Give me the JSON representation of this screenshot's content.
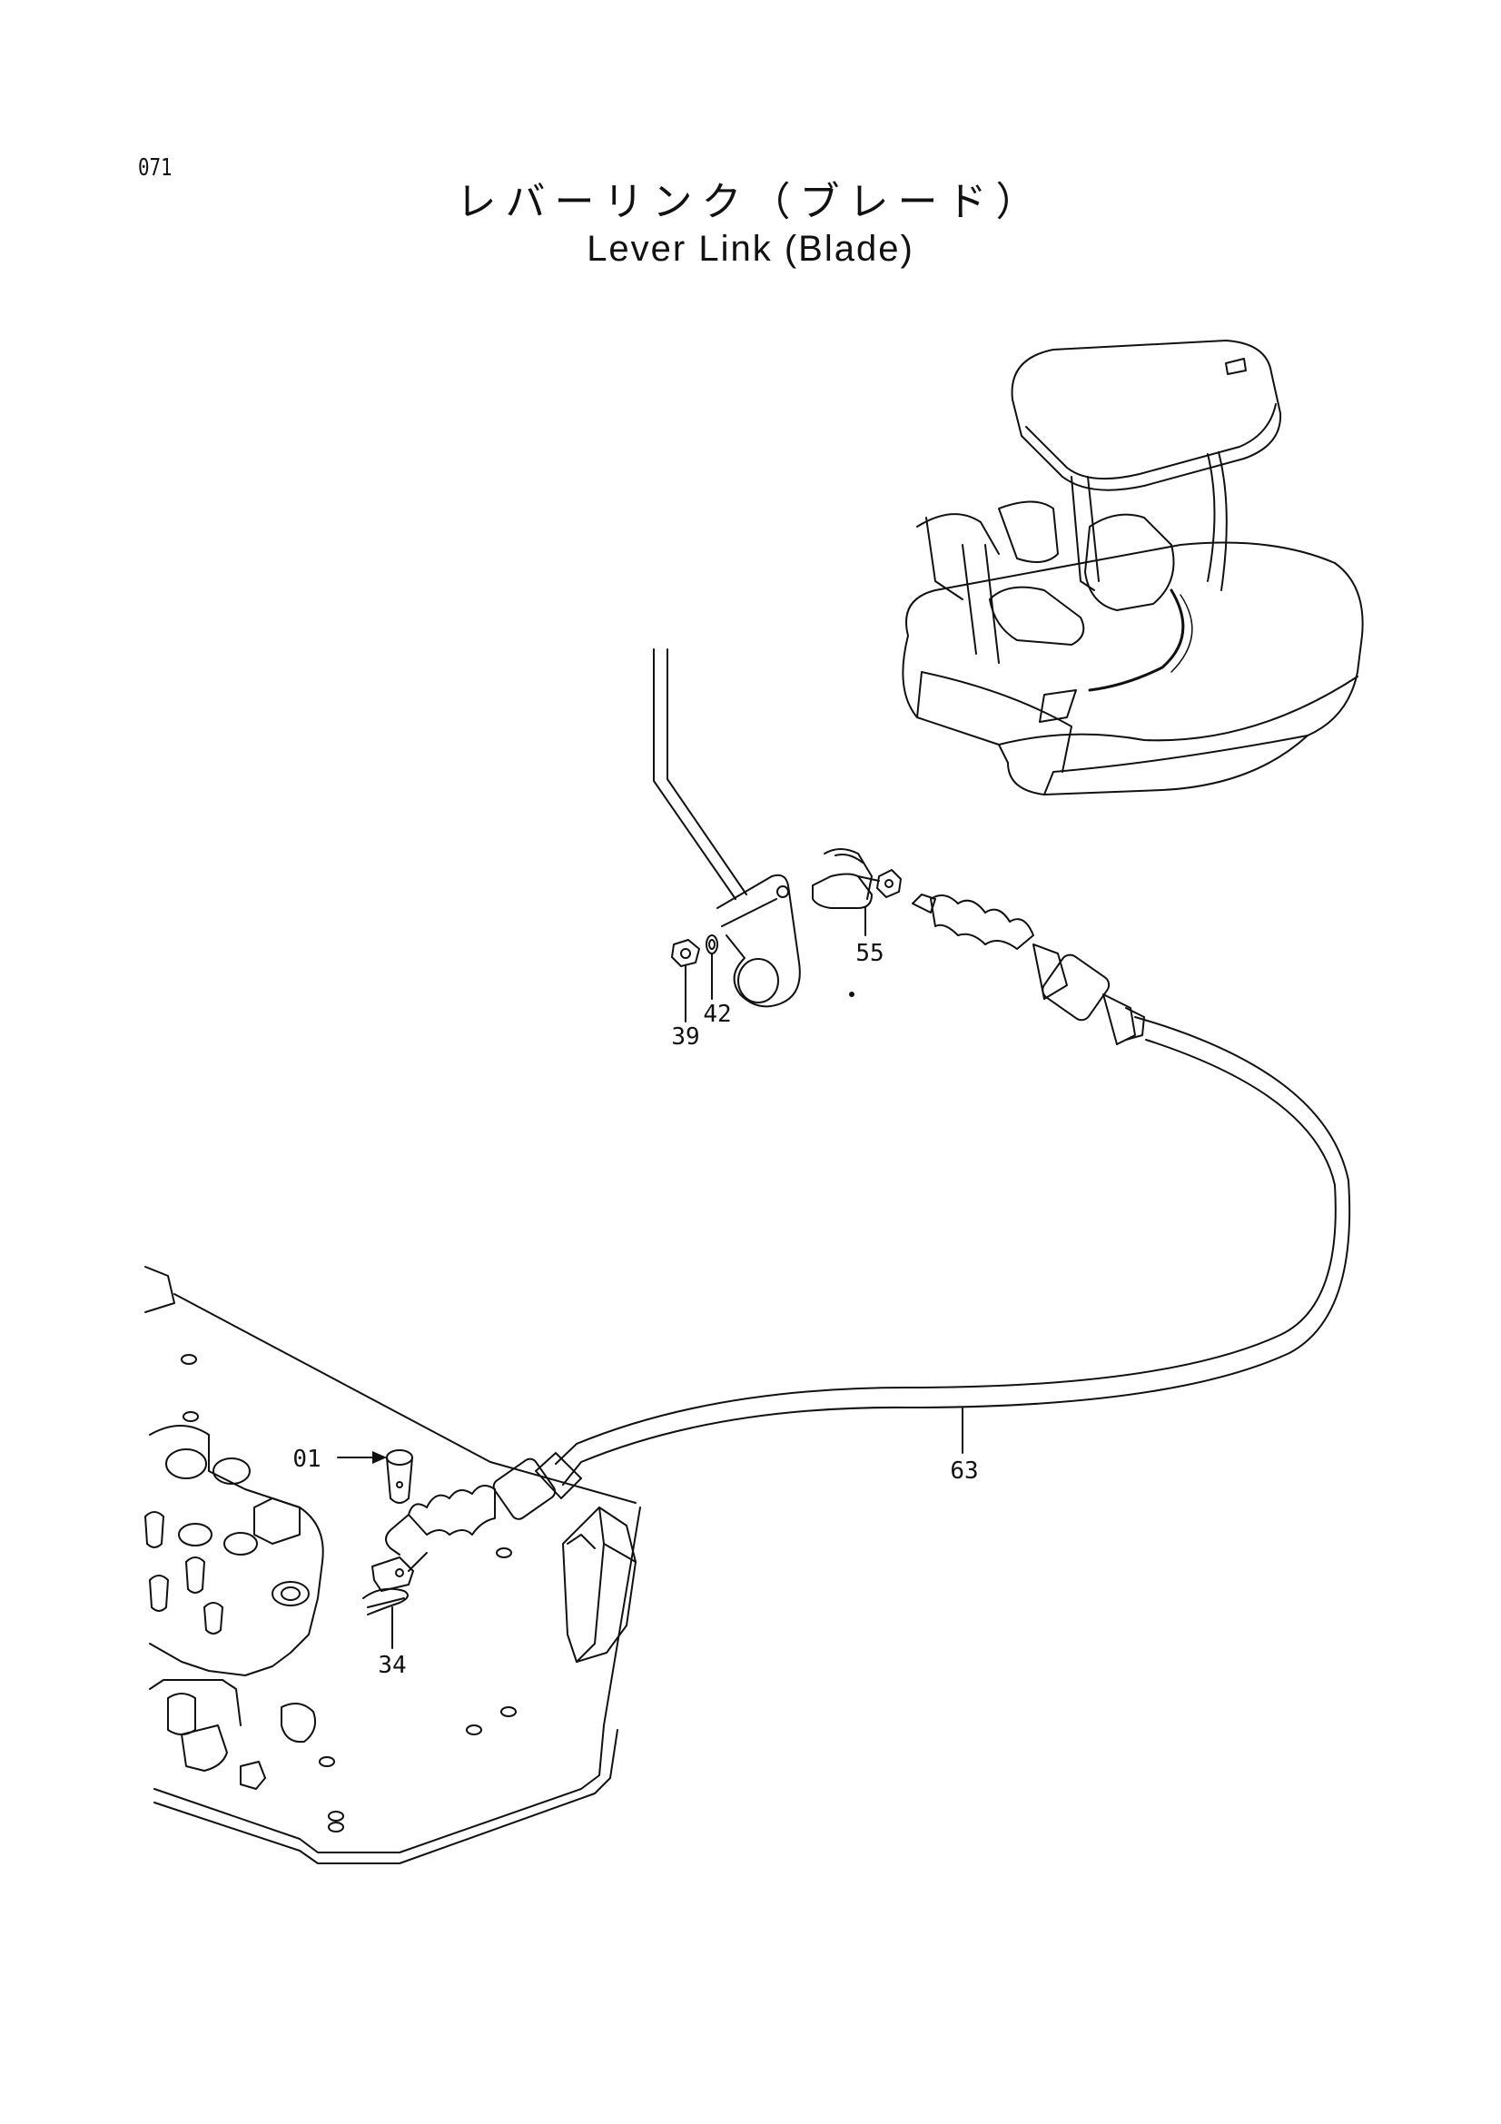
{
  "page": {
    "number": "071",
    "title_jp": "レバーリンク（ブレード）",
    "title_en": "Lever Link (Blade)"
  },
  "callouts": [
    {
      "id": "01",
      "label": "01"
    },
    {
      "id": "34",
      "label": "34"
    },
    {
      "id": "39",
      "label": "39"
    },
    {
      "id": "42",
      "label": "42"
    },
    {
      "id": "55",
      "label": "55"
    },
    {
      "id": "63",
      "label": "63"
    }
  ],
  "colors": {
    "line": "#111111",
    "paper": "#ffffff"
  }
}
